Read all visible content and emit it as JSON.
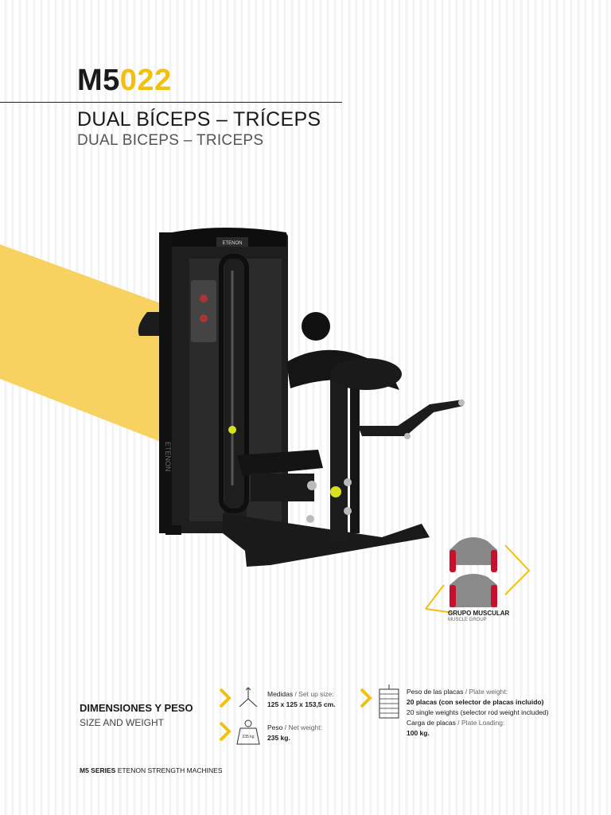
{
  "header": {
    "model_prefix": "M5",
    "model_number": "022",
    "title_es": "DUAL BÍCEPS – TRÍCEPS",
    "title_en": "DUAL BICEPS – TRICEPS"
  },
  "colors": {
    "accent": "#f2c10e",
    "machine": "#1c1c1c",
    "muscle_highlight": "#c8102e"
  },
  "machine": {
    "brand_plate": "ETENON",
    "side_text": "ETENON"
  },
  "muscle_group": {
    "label_es": "GRUPO MUSCULAR",
    "label_en": "MUSCLE GROUP"
  },
  "dimensions": {
    "heading_es": "DIMENSIONES Y PESO",
    "heading_en": "SIZE AND WEIGHT",
    "setup_label_es": "Medidas",
    "setup_label_en": "Set up size:",
    "setup_value": "125 x 125 x 153,5 cm.",
    "weight_label_es": "Peso",
    "weight_label_en": "Net weight:",
    "weight_value": "235 kg.",
    "weight_icon_text": "235 kg",
    "plate_label_es": "Peso de las placas",
    "plate_label_en": "Plate weight:",
    "plate_value": "20 placas (con selector de placas incluido)",
    "plate_value_en": "20 single weights (selector rod weight included)",
    "loading_label_es": "Carga de placas",
    "loading_label_en": "Plate Loading:",
    "loading_value": "100 kg."
  },
  "footer": {
    "series": "M5 SERIES",
    "tagline": "ETENON STRENGTH MACHINES"
  }
}
